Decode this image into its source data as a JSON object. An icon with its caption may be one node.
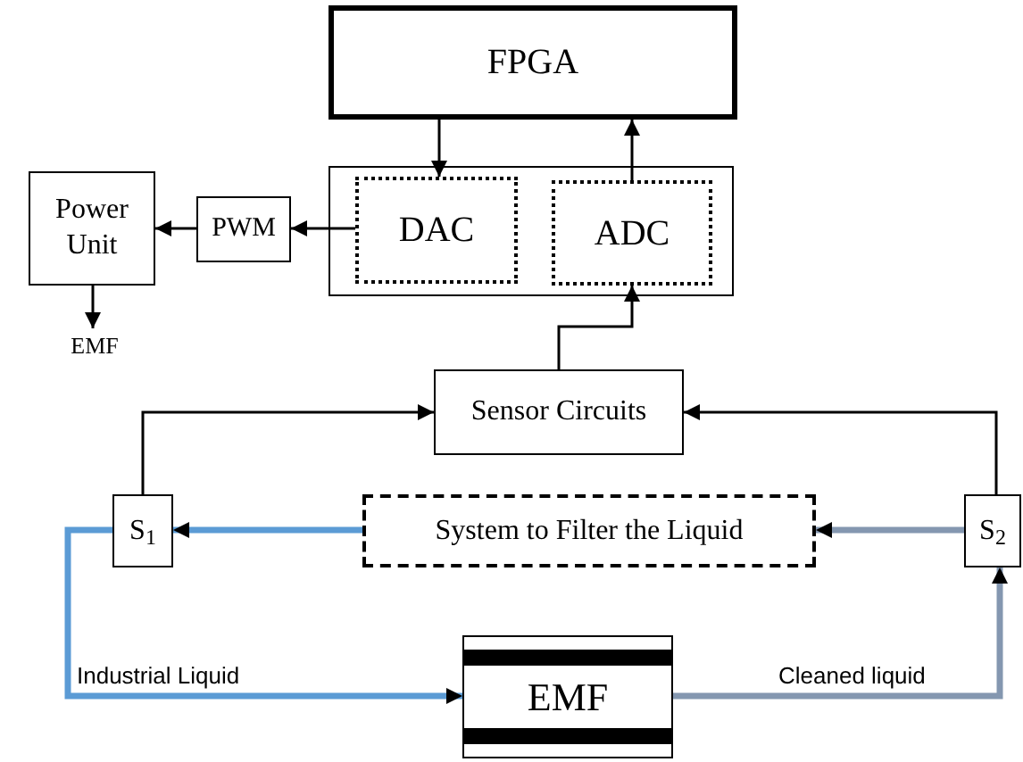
{
  "diagram": {
    "nodes": [
      {
        "text": [
          "FPGA"
        ]
      },
      {
        "text": [],
        "shape": "box"
      },
      {
        "text": [
          "DAC"
        ],
        "in": 1
      },
      {
        "text": [
          "ADC"
        ],
        "in": 1
      },
      {
        "text": [
          "PWM"
        ]
      },
      {
        "text": [
          "Power Unit"
        ]
      },
      {
        "text": [
          "EMF"
        ]
      },
      {
        "text": [
          "Sensor Circuits"
        ]
      },
      {
        "text": [
          "S$_{1}$"
        ]
      },
      {
        "text": [
          "System to Filter the Liquid"
        ]
      },
      {
        "text": [
          "S$_{2}$"
        ]
      },
      {
        "text": [
          "EMF"
        ]
      }
    ],
    "edges": [
      {
        "from": 0,
        "to": 2,
        "arrow": "to"
      },
      {
        "from": 3,
        "to": 0,
        "arrow": "to"
      },
      {
        "from": 2,
        "to": 4,
        "arrow": "to"
      },
      {
        "from": 4,
        "to": 5,
        "arrow": "to"
      },
      {
        "from": 5,
        "to": 6,
        "arrow": "to"
      },
      {
        "from": 7,
        "to": 3,
        "arrow": "to"
      },
      {
        "from": 8,
        "to": 7,
        "arrow": "to"
      },
      {
        "from": 10,
        "to": 7,
        "arrow": "to"
      },
      {
        "from": 9,
        "to": 8,
        "arrow": "to",
        "style": "thick",
        "color": "#5b9bd5"
      },
      {
        "from": 10,
        "to": 9,
        "arrow": "to",
        "style": "thick",
        "color": "#8497b0"
      },
      {
        "from": 8,
        "to": 11,
        "arrow": "to",
        "label": "Industrial Liquid",
        "style": "thick",
        "color": "#5b9bd5"
      },
      {
        "from": 11,
        "to": 10,
        "arrow": "to",
        "label": "Cleaned liquid",
        "style": "thick",
        "color": "#8497b0"
      }
    ]
  }
}
